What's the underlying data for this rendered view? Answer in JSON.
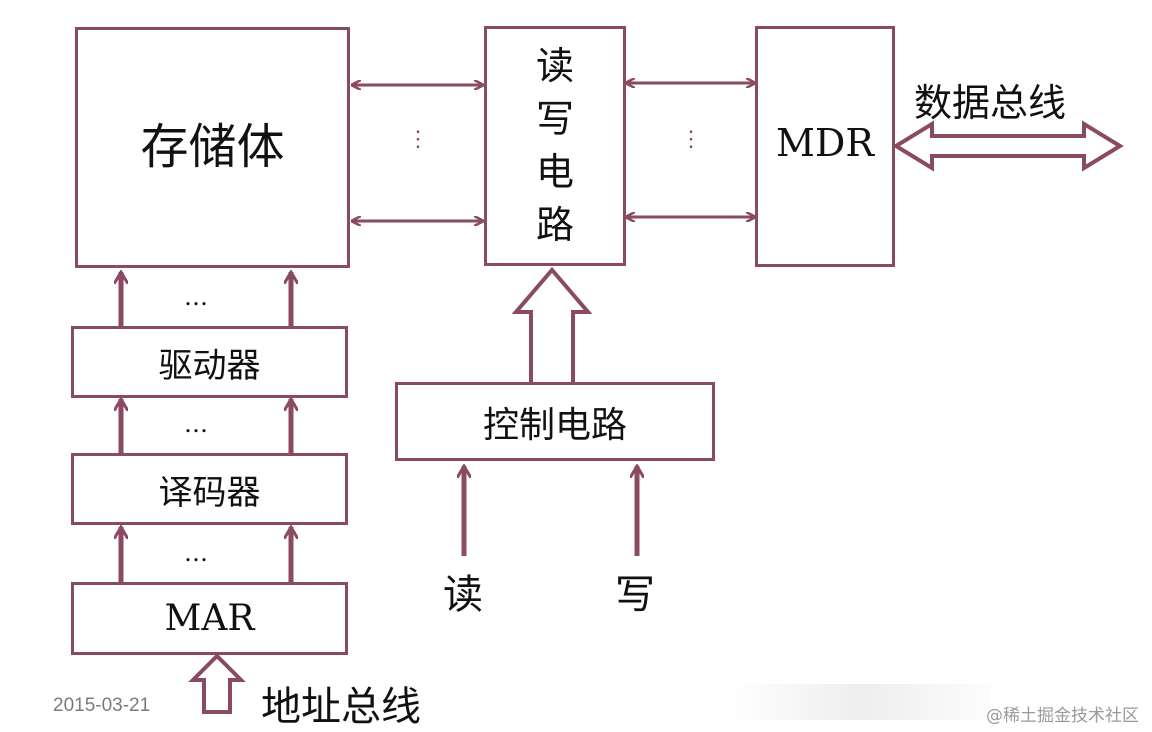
{
  "diagram": {
    "storage": "存储体",
    "rw_circuit": [
      "读",
      "写",
      "电",
      "路"
    ],
    "mdr": "MDR",
    "data_bus": "数据总线",
    "driver": "驱动器",
    "decoder": "译码器",
    "mar": "MAR",
    "address_bus": "地址总线",
    "control_circuit": "控制电路",
    "read": "读",
    "write": "写",
    "ellipsis": "…",
    "vertical_ellipsis": "⋮"
  },
  "footer": {
    "date": "2015-03-21",
    "watermark": "@稀土掘金技术社区"
  },
  "colors": {
    "line": "#8a4a63",
    "text": "#111111",
    "date": "#7b7b7b"
  }
}
